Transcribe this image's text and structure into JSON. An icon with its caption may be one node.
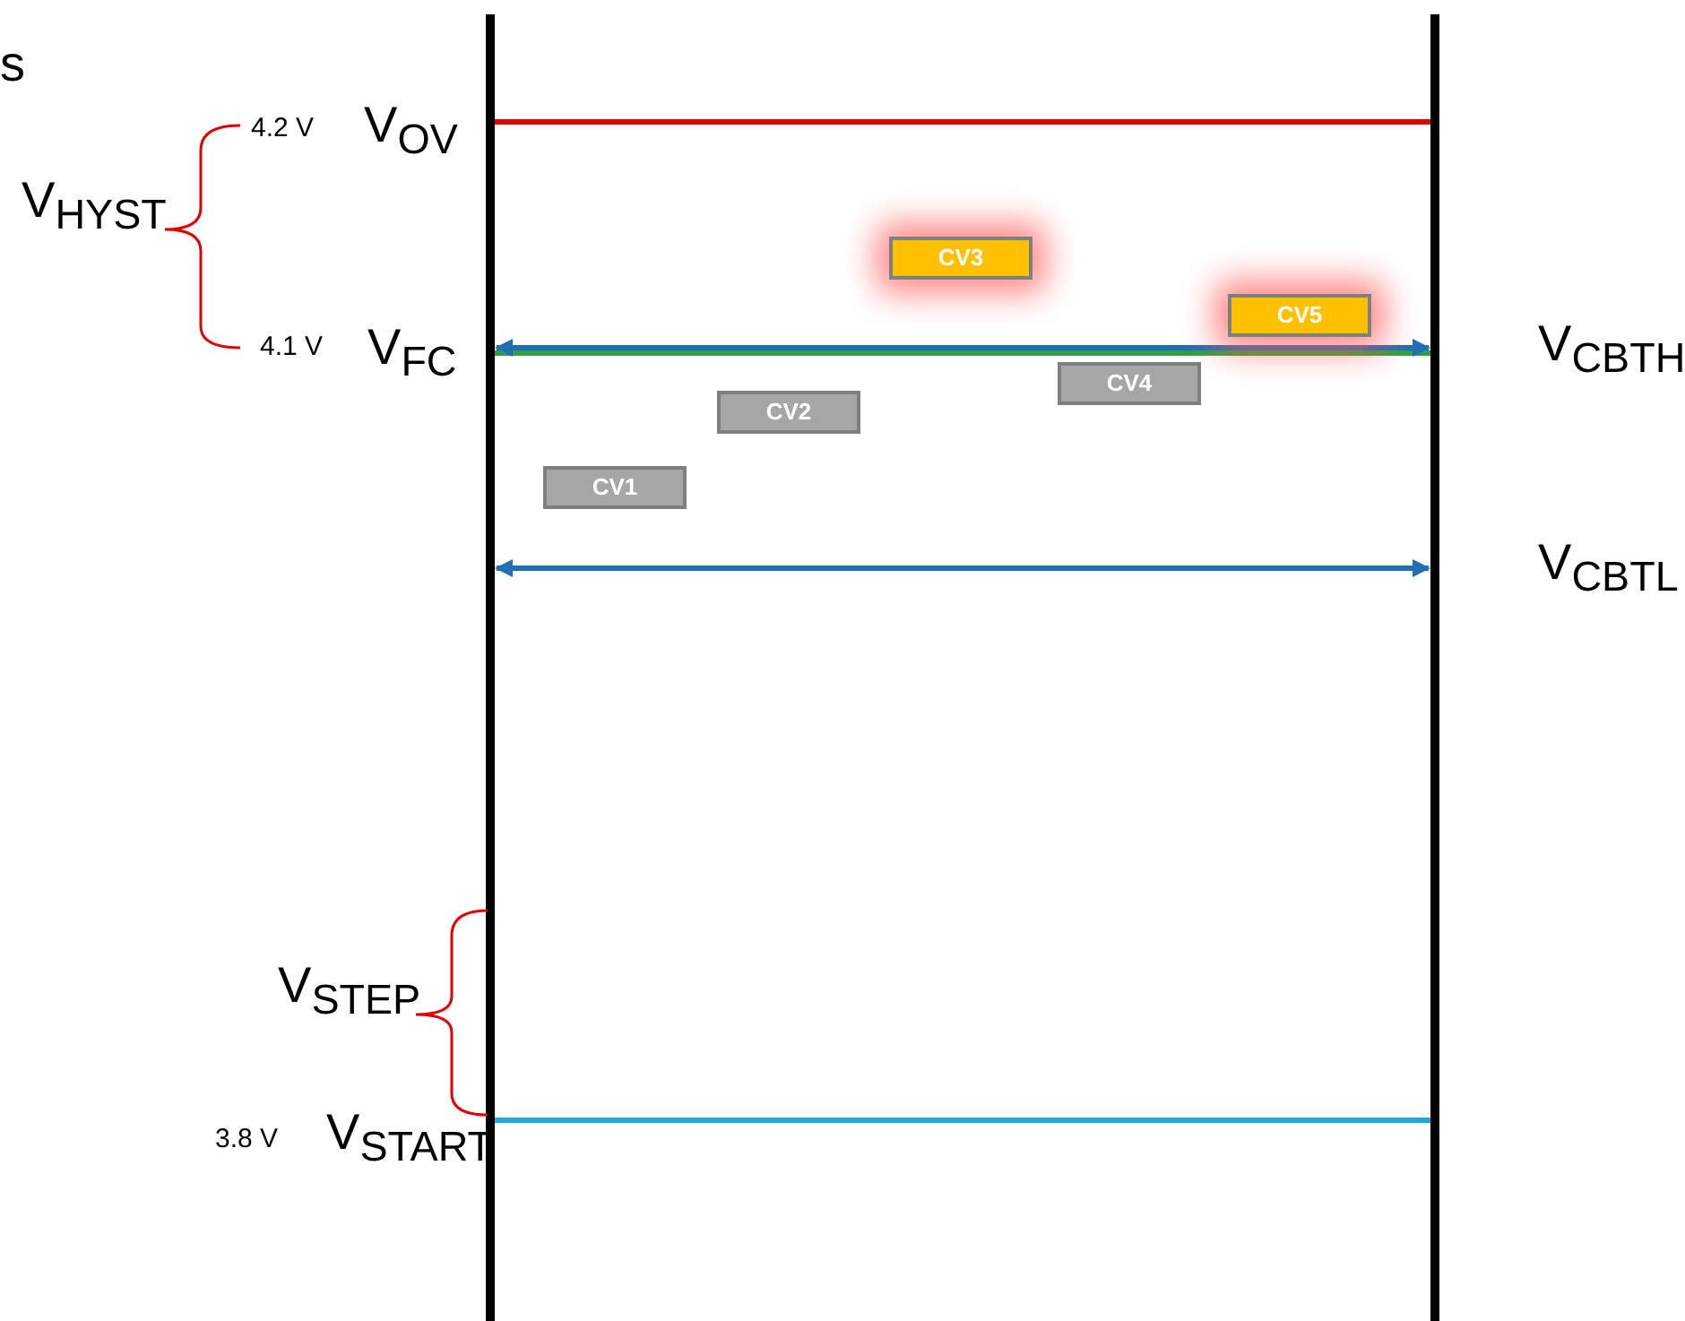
{
  "diagram": {
    "nodes": [
      {
        "text": [
          "CV1"
        ]
      },
      {
        "text": [
          "CV2"
        ]
      },
      {
        "text": [
          "CV3"
        ]
      },
      {
        "text": [
          "CV4"
        ]
      },
      {
        "text": [
          "CV5"
        ]
      }
    ],
    "labels": [
      "s",
      "4.2 V",
      "V$_{OV}$",
      "V$_{HYST}$",
      "4.1 V",
      "V$_{FC}$",
      "V$_{CBTH}$",
      "V$_{CBTL}$",
      "V$_{STEP}$",
      "3.8 V",
      "V$_{START}$"
    ]
  }
}
